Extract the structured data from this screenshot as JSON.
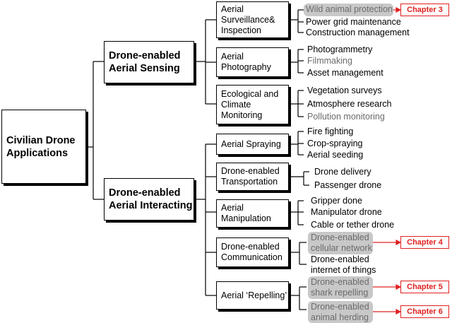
{
  "root": {
    "lines": [
      "Civilian Drone",
      "Applications"
    ]
  },
  "sensing": {
    "title_lines": [
      "Drone-enabled",
      "Aerial Sensing"
    ],
    "categories": [
      {
        "lines": [
          "Aerial",
          "Surveillance&",
          "Inspection"
        ],
        "leaves": [
          "Wild animal protection",
          "Power grid maintenance",
          "Construction management"
        ]
      },
      {
        "lines": [
          "Aerial",
          "Photography"
        ],
        "leaves": [
          "Photogrammetry",
          "Filmmaking",
          "Asset management"
        ]
      },
      {
        "lines": [
          "Ecological and",
          "Climate",
          "Monitoring"
        ],
        "leaves": [
          "Vegetation surveys",
          "Atmosphere research",
          "Pollution monitoring"
        ]
      }
    ]
  },
  "interacting": {
    "title_lines": [
      "Drone-enabled",
      "Aerial Interacting"
    ],
    "categories": [
      {
        "lines": [
          "Aerial Spraying"
        ],
        "leaves": [
          "Fire fighting",
          "Crop-spraying",
          "Aerial seeding"
        ]
      },
      {
        "lines": [
          "Drone-enabled",
          "Transportation"
        ],
        "leaves": [
          "Drone delivery",
          "Passenger drone"
        ]
      },
      {
        "lines": [
          "Aerial",
          "Manipulation"
        ],
        "leaves": [
          "Gripper done",
          "Manipulator drone",
          "Cable or tether drone"
        ]
      },
      {
        "lines": [
          "Drone-enabled",
          "Communication"
        ],
        "leaves": [
          [
            "Drone-enabled",
            "cellular network"
          ],
          [
            "Drone-enabled",
            "internet of things"
          ]
        ]
      },
      {
        "lines": [
          "Aerial ‘Repelling’"
        ],
        "leaves": [
          [
            "Drone-enabled",
            "shark repelling"
          ],
          [
            "Drone-enabled",
            "animal herding"
          ]
        ]
      }
    ]
  },
  "chapters": [
    "Chapter 3",
    "Chapter 4",
    "Chapter 5",
    "Chapter 6"
  ],
  "colors": {
    "chapter": "#e02020",
    "highlight": "#c8c8c8",
    "grey_text": "#6b6b6b"
  }
}
